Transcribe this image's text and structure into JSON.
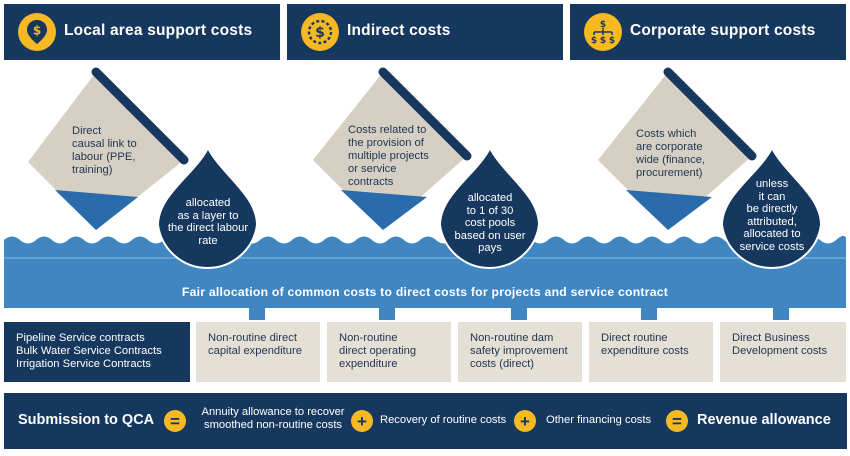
{
  "headers": [
    {
      "title": "Local area support costs",
      "icon": "location-dollar-icon"
    },
    {
      "title": "Indirect costs",
      "icon": "coins-dollar-icon"
    },
    {
      "title": "Corporate support costs",
      "icon": "hierarchy-dollar-icon"
    }
  ],
  "cards": [
    {
      "text_lines": [
        "Direct",
        "causal link to",
        "labour (PPE,",
        "training)"
      ]
    },
    {
      "text_lines": [
        "Costs related to",
        "the provision of",
        "multiple projects",
        "or service",
        "contracts"
      ]
    },
    {
      "text_lines": [
        "Costs which",
        "are corporate",
        "wide (finance,",
        "procurement)"
      ]
    }
  ],
  "drops": [
    {
      "text_lines": [
        "allocated",
        "as a layer to",
        "the direct labour",
        "rate"
      ]
    },
    {
      "text_lines": [
        "allocated",
        "to 1 of 30",
        "cost pools",
        "based on user",
        "pays"
      ]
    },
    {
      "text_lines": [
        "unless",
        "it can",
        "be directly",
        "attributed,",
        "allocated to",
        "service costs"
      ]
    }
  ],
  "band_text": "Fair allocation of common costs to direct costs for projects and service contract",
  "boxes": [
    {
      "lines": [
        "Pipeline Service contracts",
        "Bulk Water Service Contracts",
        "Irrigation Service Contracts"
      ]
    },
    {
      "lines": [
        "Non-routine direct",
        "capital expenditure"
      ]
    },
    {
      "lines": [
        "Non-routine",
        "direct operating",
        "expenditure"
      ]
    },
    {
      "lines": [
        "Non-routine dam",
        "safety improvement",
        "costs (direct)"
      ]
    },
    {
      "lines": [
        "Direct routine",
        "expenditure costs"
      ]
    },
    {
      "lines": [
        "Direct Business",
        "Development costs"
      ]
    }
  ],
  "bottom": {
    "submission": "Submission to QCA",
    "op_equals": "=",
    "op_plus": "+",
    "annuity_lines": [
      "Annuity allowance to recover",
      "smoothed non-routine costs"
    ],
    "routine": "Recovery of routine costs",
    "financing": "Other financing costs",
    "revenue": "Revenue allowance"
  },
  "colors": {
    "navy": "#16385f",
    "blue": "#3f86c3",
    "gold": "#f6b823",
    "beige": "#d6d0c4",
    "light_beige": "#e5e0d6"
  }
}
